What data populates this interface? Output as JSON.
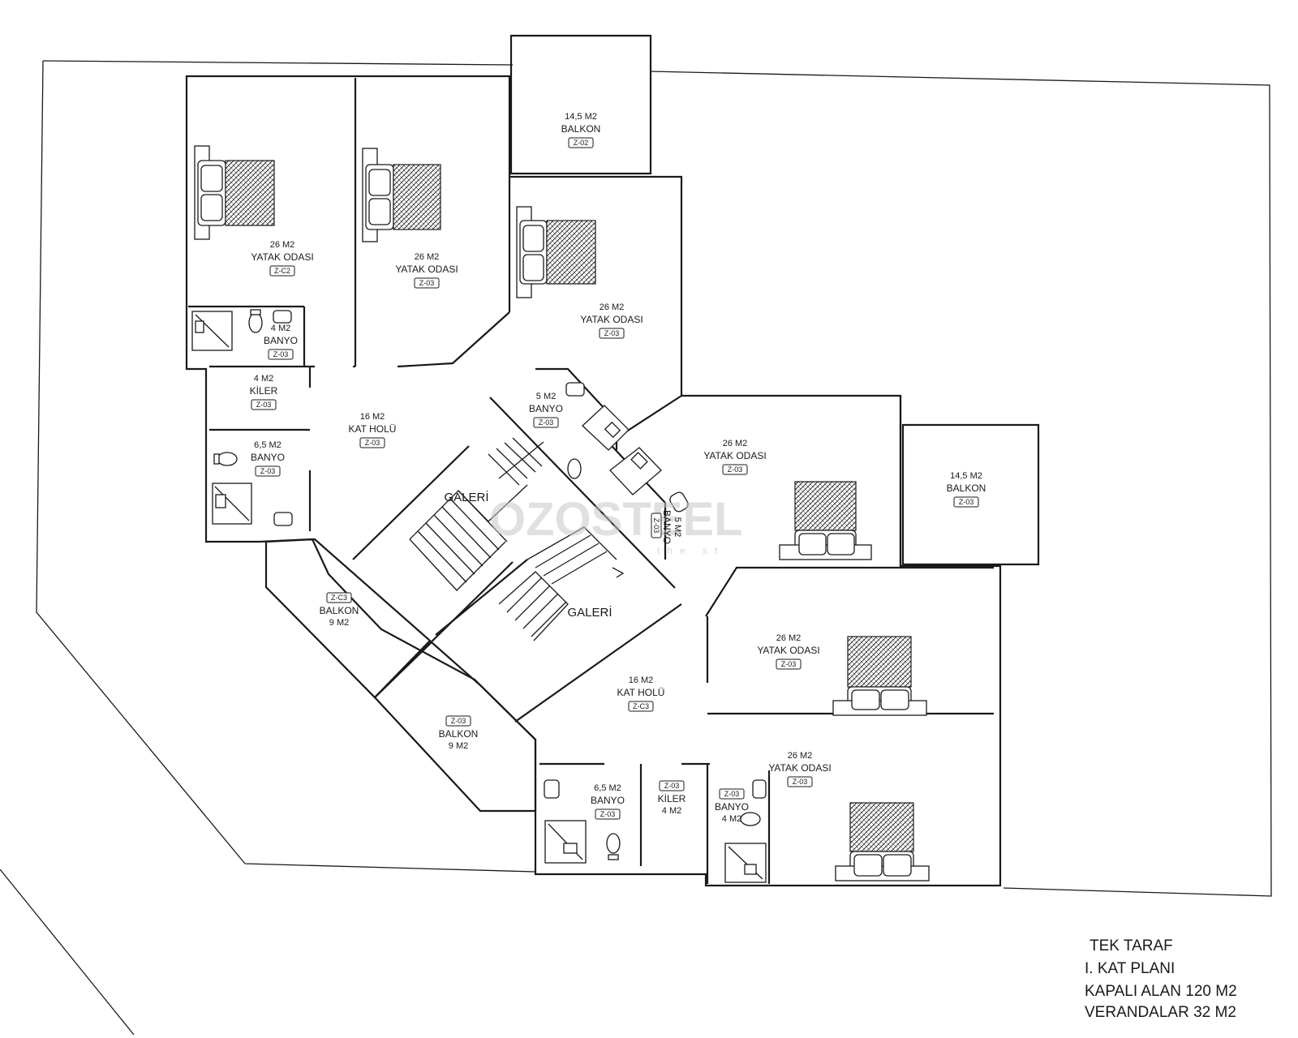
{
  "plan_info": {
    "line1": "TEK TARAF",
    "line2": "I. KAT PLANI",
    "line3": "KAPALI ALAN 120 M2",
    "line4": "VERANDALAR 32 M2"
  },
  "watermark": {
    "brand": "OZOSTEEL",
    "sub": "the st"
  },
  "rooms": {
    "balkon_top": {
      "area": "14,5 M2",
      "name": "BALKON",
      "code": "Z-02"
    },
    "yatak_1": {
      "area": "26 M2",
      "name": "YATAK ODASI",
      "code": "Z-C2"
    },
    "yatak_2": {
      "area": "26 M2",
      "name": "YATAK ODASI",
      "code": "Z-03"
    },
    "yatak_3": {
      "area": "26 M2",
      "name": "YATAK ODASI",
      "code": "Z-03"
    },
    "banyo_small_top": {
      "area": "4 M2",
      "name": "BANYO",
      "code": "Z-03"
    },
    "kiler_top": {
      "area": "4 M2",
      "name": "KİLER",
      "code": "Z-03"
    },
    "kat_holu_top": {
      "area": "16 M2",
      "name": "KAT HOLÜ",
      "code": "Z-03"
    },
    "banyo_top_left": {
      "area": "6,5 M2",
      "name": "BANYO",
      "code": "Z-03"
    },
    "banyo_center": {
      "area": "5 M2",
      "name": "BANYO",
      "code": "Z-03"
    },
    "banyo_rot": {
      "area": "5 M2",
      "name": "BANYO",
      "code": "Z-03"
    },
    "yatak_4": {
      "area": "26 M2",
      "name": "YATAK ODASI",
      "code": "Z-03"
    },
    "balkon_right": {
      "area": "14,5 M2",
      "name": "BALKON",
      "code": "Z-03"
    },
    "balkon_mid_left": {
      "area": "9 M2",
      "name": "BALKON",
      "code": "Z-C3"
    },
    "balkon_bottom": {
      "area": "9 M2",
      "name": "BALKON",
      "code": "Z-03"
    },
    "yatak_5": {
      "area": "26 M2",
      "name": "YATAK ODASI",
      "code": "Z-03"
    },
    "kat_holu_bottom": {
      "area": "16 M2",
      "name": "KAT HOLÜ",
      "code": "Z-C3"
    },
    "yatak_6": {
      "area": "26 M2",
      "name": "YATAK ODASI",
      "code": "Z-03"
    },
    "banyo_bottom": {
      "area": "6,5 M2",
      "name": "BANYO",
      "code": "Z-03"
    },
    "kiler_bottom": {
      "area": "4 M2",
      "name": "KİLER",
      "code": "Z-03"
    },
    "banyo_small_bottom": {
      "area": "4 M2",
      "name": "BANYO",
      "code": "Z-03"
    }
  },
  "galeri": [
    "GALERİ",
    "GALERİ"
  ]
}
